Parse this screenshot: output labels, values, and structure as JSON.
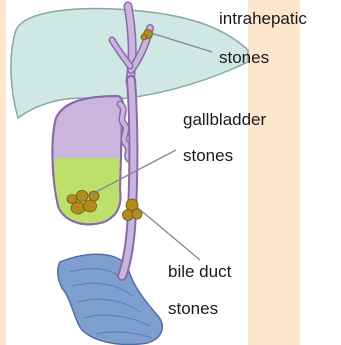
{
  "diagram": {
    "labels": {
      "intrahepatic": [
        "intrahepatic",
        "stones"
      ],
      "gallbladder": [
        "gallbladder",
        "stones"
      ],
      "bile_duct": [
        "bile duct",
        "stones"
      ]
    }
  },
  "colors": {
    "background_band": "#fce6cc",
    "liver": "#d0e8e3",
    "liver_edge": "#8aa6a9",
    "duct": "#c9b5dd",
    "duct_edge": "#8a6aa8",
    "bile": "#bde06a",
    "stone": "#b38a1e",
    "duodenum": "#7f9fd0"
  }
}
